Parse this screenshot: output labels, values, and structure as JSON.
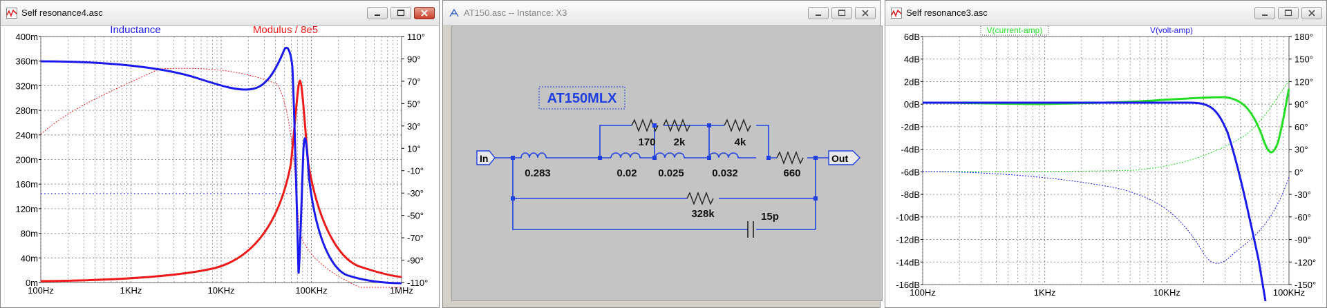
{
  "win1": {
    "title": "Self resonance4.asc",
    "trace1": {
      "label": "Inductance",
      "color": "#1a1aee"
    },
    "trace2": {
      "label": "Modulus / 8e5",
      "color": "#ee1a1a"
    },
    "y_left": [
      "400m",
      "360m",
      "320m",
      "280m",
      "240m",
      "200m",
      "160m",
      "120m",
      "80m",
      "40m",
      "0m"
    ],
    "y_right": [
      "110°",
      "90°",
      "70°",
      "50°",
      "30°",
      "10°",
      "-10°",
      "-30°",
      "-50°",
      "-70°",
      "-90°",
      "-110°"
    ],
    "x": [
      "100Hz",
      "1KHz",
      "10KHz",
      "100KHz",
      "1MHz"
    ]
  },
  "win2": {
    "title": "AT150.asc -- Instance: X3",
    "part": "AT150MLX",
    "port_in": "In",
    "port_out": "Out",
    "inductors": [
      "0.283",
      "0.02",
      "0.025",
      "0.032"
    ],
    "resistors_top": [
      "170",
      "2k",
      "4k"
    ],
    "r_series": "660",
    "r_parallel": "328k",
    "cap": "15p"
  },
  "win3": {
    "title": "Self resonance3.asc",
    "trace1": {
      "label": "V(current-amp)",
      "color": "#22dd22"
    },
    "trace2": {
      "label": "V(volt-amp)",
      "color": "#1a1aee"
    },
    "y_left": [
      "6dB",
      "4dB",
      "2dB",
      "0dB",
      "-2dB",
      "-4dB",
      "-6dB",
      "-8dB",
      "-10dB",
      "-12dB",
      "-14dB",
      "-16dB"
    ],
    "y_right": [
      "180°",
      "150°",
      "120°",
      "90°",
      "60°",
      "30°",
      "0°",
      "-30°",
      "-60°",
      "-90°",
      "-120°",
      "-150°"
    ],
    "x": [
      "100Hz",
      "1KHz",
      "10KHz",
      "100KHz"
    ]
  },
  "colors": {
    "grid": "#777777",
    "schematic_wire": "#1f3fe0",
    "canvas_bg": "#c4c4c4"
  }
}
